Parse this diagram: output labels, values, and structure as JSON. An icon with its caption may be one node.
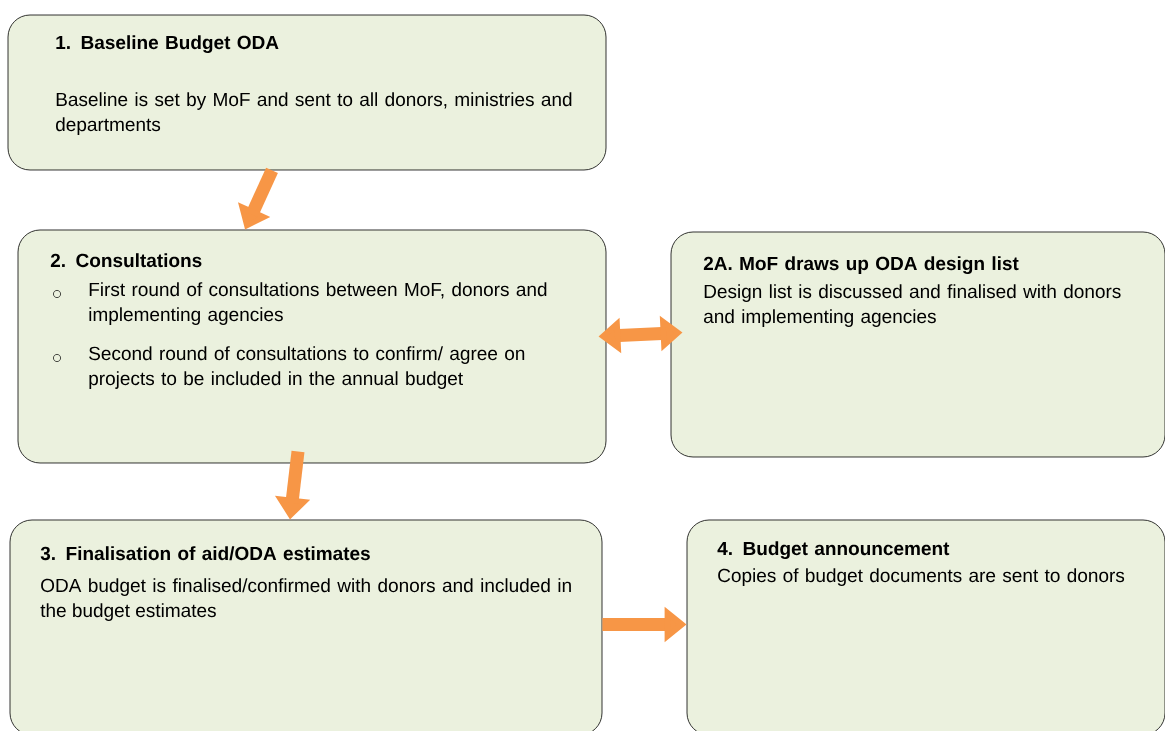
{
  "diagram": {
    "nodes": [
      {
        "text": [
          "1. Baseline Budget ODA",
          "Baseline is set by MoF and sent to all donors, ministries and departments"
        ]
      },
      {
        "text": [
          "2. Consultations",
          "First round of consultations between MoF, donors and implementing agencies",
          "Second round of consultations to confirm/ agree on projects to be included in the annual budget"
        ]
      },
      {
        "text": [
          "2A. MoF draws up ODA design list",
          "Design list is discussed and finalised with donors and implementing agencies"
        ]
      },
      {
        "text": [
          "3. Finalisation of aid/ODA estimates",
          "ODA budget is finalised/confirmed with donors and included in the budget estimates"
        ]
      },
      {
        "text": [
          "4. Budget announcement",
          "Copies of budget documents are sent to donors"
        ]
      }
    ],
    "edges": [
      {
        "from": 0,
        "to": 1,
        "arrow": "to"
      },
      {
        "from": 1,
        "to": 2,
        "arrow": "both"
      },
      {
        "from": 1,
        "to": 3,
        "arrow": "to"
      },
      {
        "from": 3,
        "to": 4,
        "arrow": "to"
      }
    ]
  }
}
